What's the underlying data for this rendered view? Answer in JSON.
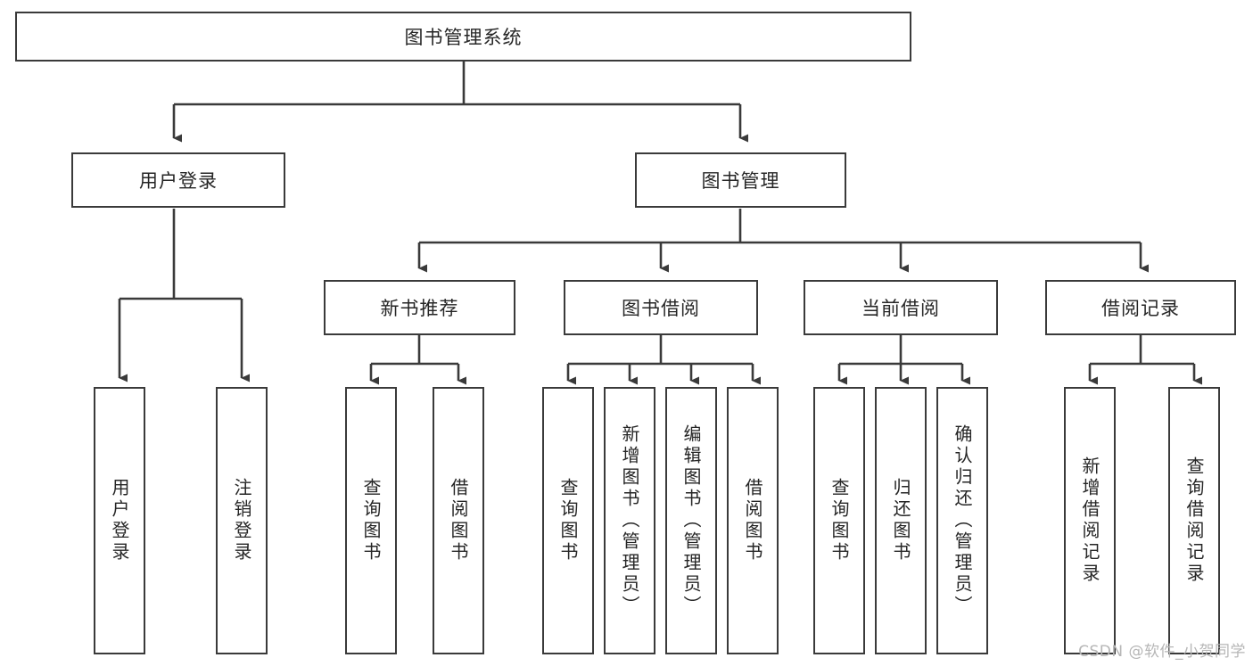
{
  "diagram": {
    "title": "图书管理系统",
    "type": "tree-hierarchy",
    "watermark": "CSDN @软件_小贺同学",
    "colors": {
      "box_border": "#3a3a3a",
      "box_fill": "#ffffff",
      "line": "#3a3a3a",
      "text": "#262626",
      "watermark": "#b6b6b6",
      "background": "#ffffff"
    },
    "root": {
      "label": "图书管理系统"
    },
    "level2": [
      {
        "label": "用户登录"
      },
      {
        "label": "图书管理"
      }
    ],
    "level3": [
      {
        "label": "新书推荐"
      },
      {
        "label": "图书借阅"
      },
      {
        "label": "当前借阅"
      },
      {
        "label": "借阅记录"
      }
    ],
    "leaves": {
      "user_login": [
        {
          "label": "用户登录"
        },
        {
          "label": "注销登录"
        }
      ],
      "new_book_recommend": [
        {
          "label": "查询图书"
        },
        {
          "label": "借阅图书"
        }
      ],
      "book_borrow": [
        {
          "label": "查询图书"
        },
        {
          "label": "新增图书（管理员）"
        },
        {
          "label": "编辑图书（管理员）"
        },
        {
          "label": "借阅图书"
        }
      ],
      "current_borrow": [
        {
          "label": "查询图书"
        },
        {
          "label": "归还图书"
        },
        {
          "label": "确认归还（管理员）"
        }
      ],
      "borrow_records": [
        {
          "label": "新增借阅记录"
        },
        {
          "label": "查询借阅记录"
        }
      ]
    }
  }
}
